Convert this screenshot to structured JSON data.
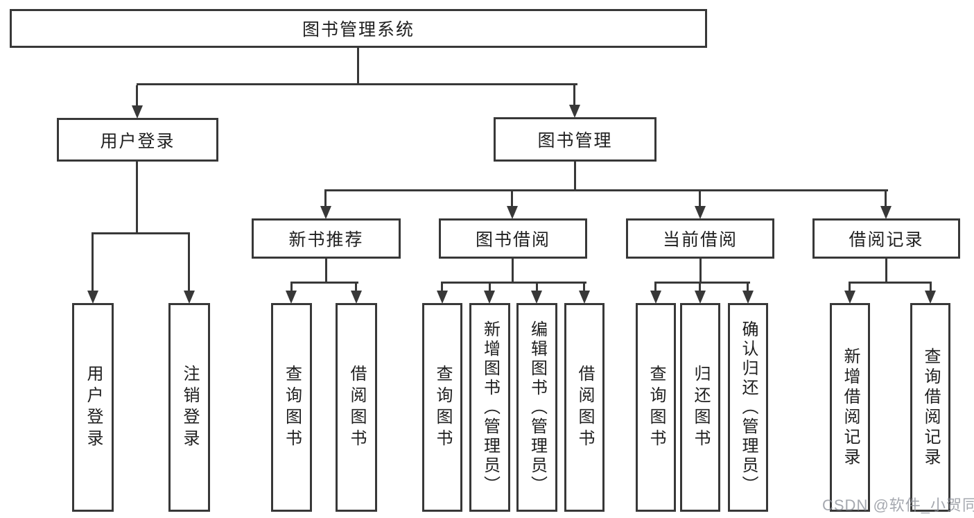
{
  "diagram": {
    "root": "图书管理系统",
    "branches": {
      "user_login": "用户登录",
      "book_mgmt": "图书管理"
    },
    "sections": {
      "new_book_rec": "新书推荐",
      "book_borrow": "图书借阅",
      "current_borrow": "当前借阅",
      "borrow_record": "借阅记录"
    },
    "leaves": {
      "ul_login": "用户登录",
      "ul_logout": "注销登录",
      "nbr_query": "查询图书",
      "nbr_borrow": "借阅图书",
      "bb_query": "查询图书",
      "bb_add_admin": "新增图书（管理员）",
      "bb_edit_admin": "编辑图书（管理员）",
      "bb_borrow": "借阅图书",
      "cb_query": "查询图书",
      "cb_return": "归还图书",
      "cb_confirm_admin": "确认归还（管理员）",
      "br_add": "新增借阅记录",
      "br_query": "查询借阅记录"
    }
  },
  "watermark": "CSDN @软件_小贺同学",
  "colors": {
    "line": "#383838",
    "text": "#1f1f1f",
    "watermark": "#8c8f98",
    "background": "#ffffff"
  }
}
